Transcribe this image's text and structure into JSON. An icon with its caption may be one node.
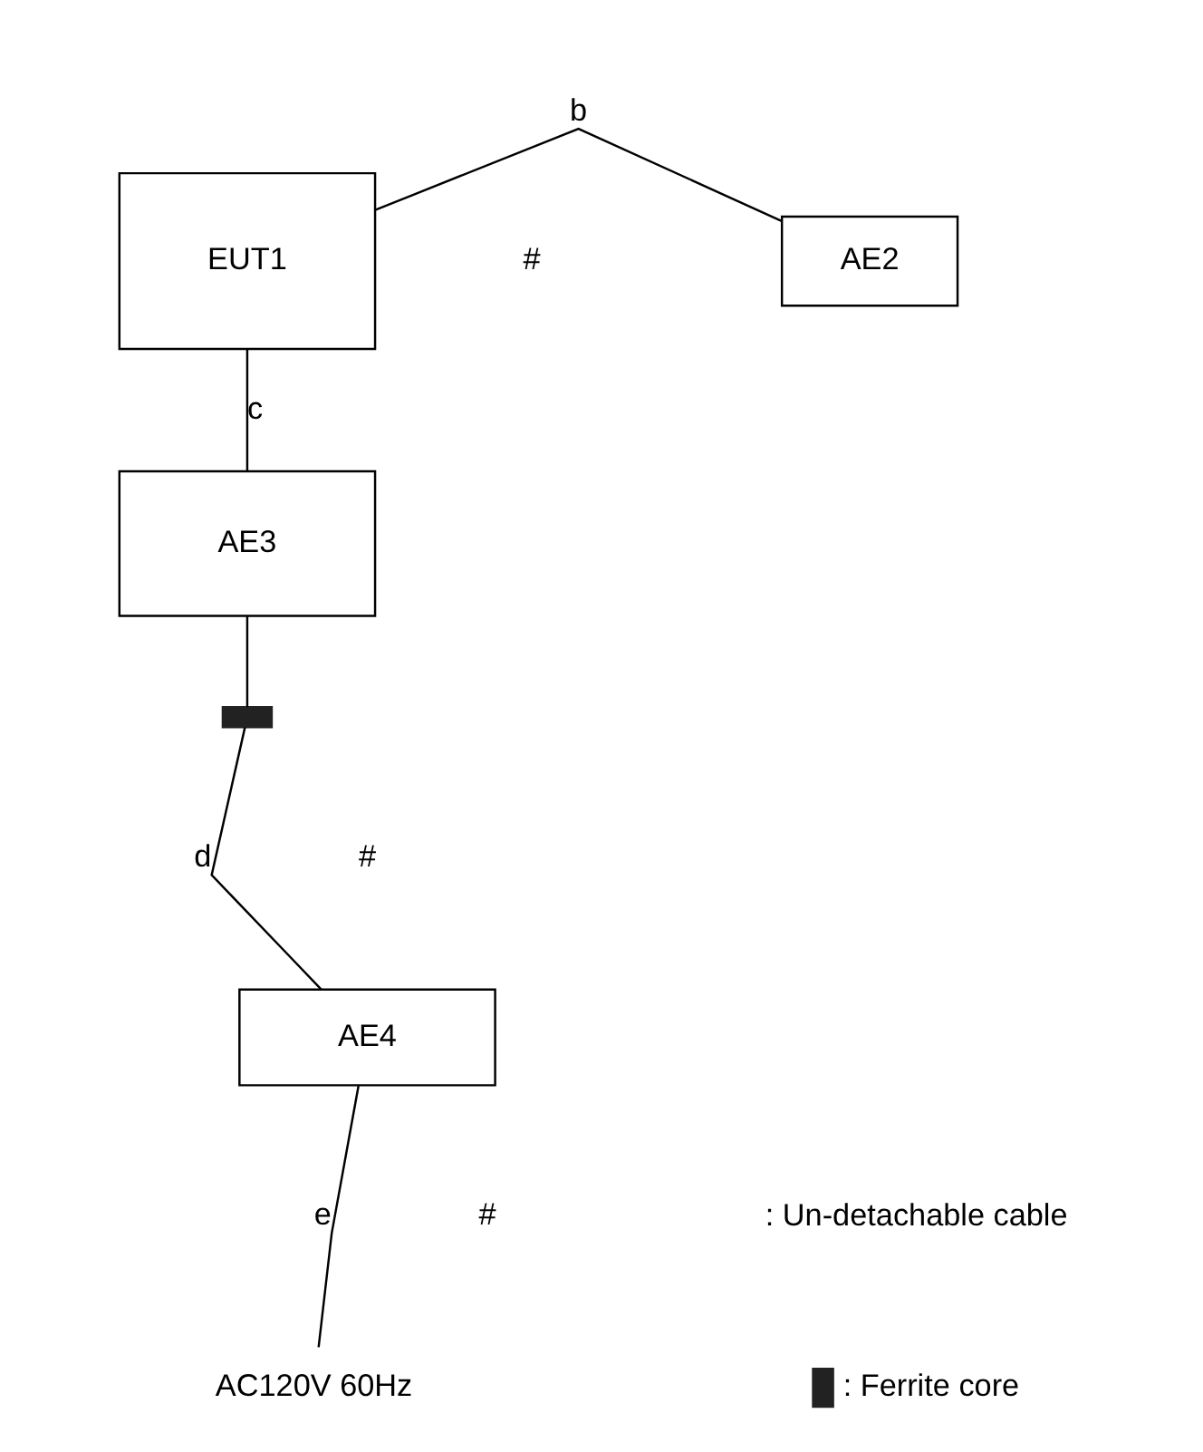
{
  "diagram": {
    "nodes": [
      {
        "text": [
          "EUT1"
        ]
      },
      {
        "text": [
          "AE2"
        ]
      },
      {
        "text": [
          "AE3"
        ]
      },
      {
        "text": [],
        "shape": "bar"
      },
      {
        "text": [
          "AE4"
        ]
      },
      {
        "text": [
          "AC120V 60Hz"
        ]
      }
    ],
    "edges": [
      {
        "from": 0,
        "to": 1,
        "arrow": "none",
        "label": "b"
      },
      {
        "from": 0,
        "to": 2,
        "arrow": "none",
        "label": "c"
      },
      {
        "from": 2,
        "to": 3,
        "arrow": "none"
      },
      {
        "from": 3,
        "to": 4,
        "arrow": "none",
        "label": "d"
      },
      {
        "from": 4,
        "to": 5,
        "arrow": "none",
        "label": "e"
      }
    ],
    "labels": [
      "#",
      "#",
      "#"
    ],
    "legend": [
      {
        "text": ": Un-detachable cable"
      },
      {
        "text": ": Ferrite core"
      }
    ]
  }
}
